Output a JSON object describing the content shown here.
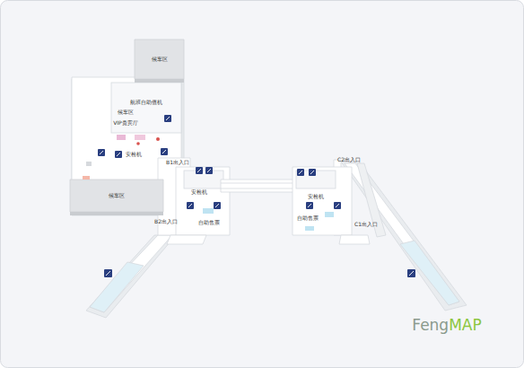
{
  "diagram": {
    "nodes": [
      {
        "text": [
          "候车区"
        ]
      },
      {
        "text": [
          "候车区"
        ]
      }
    ],
    "labels": [
      "航班自助值机",
      "候车区",
      "VIP贵宾厅",
      "安检机",
      "B1出入口",
      "B2出入口",
      "C2出入口",
      "C1出入口",
      "安检机",
      "自助售票",
      "安检机",
      "自助售票",
      "FengMAP"
    ]
  }
}
